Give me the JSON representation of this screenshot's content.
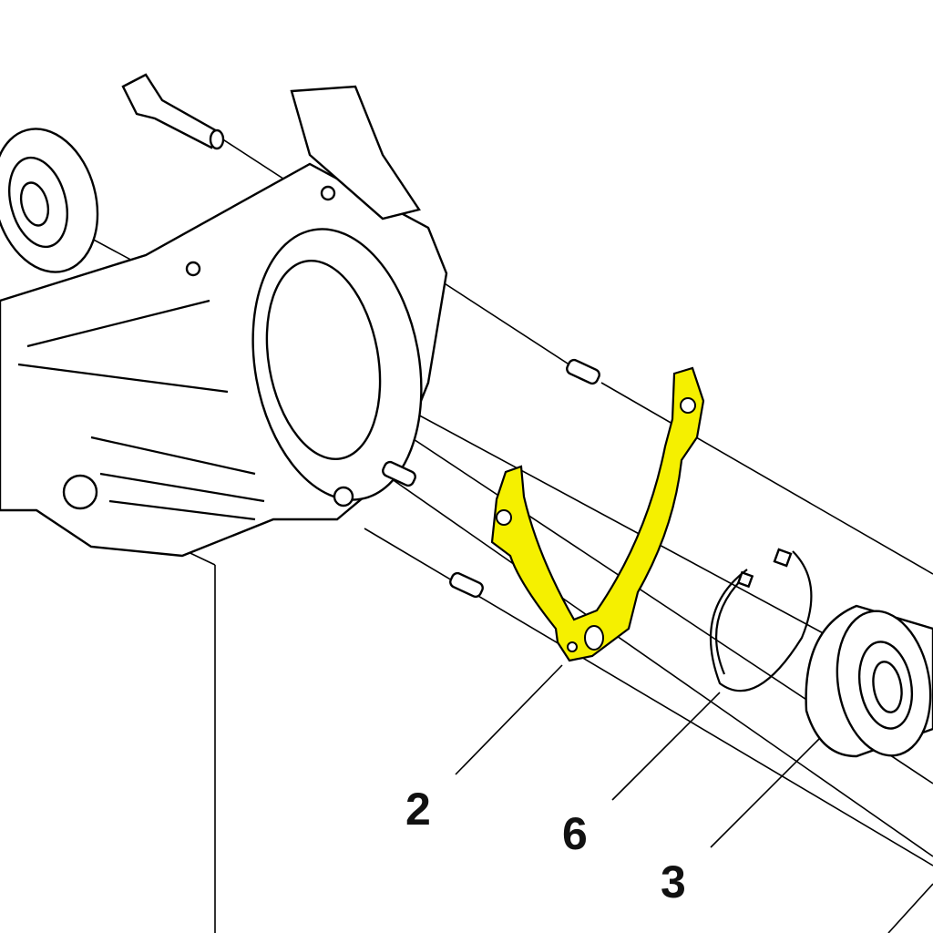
{
  "diagram": {
    "type": "exploded-parts-diagram",
    "highlight_color": "#f5f000",
    "callouts": [
      {
        "number": "2",
        "part": "gasket"
      },
      {
        "number": "6",
        "part": "circlip"
      },
      {
        "number": "3",
        "part": "bearing"
      }
    ]
  }
}
